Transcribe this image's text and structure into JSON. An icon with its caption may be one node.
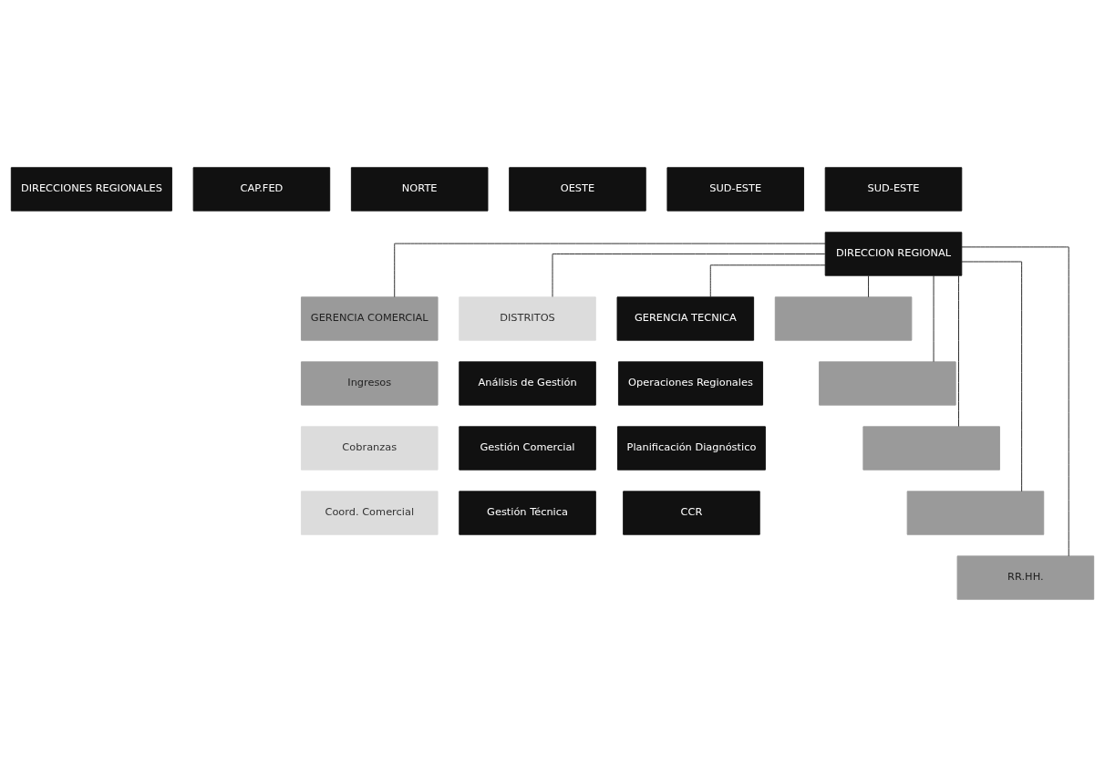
{
  "diagram": {
    "nodes": [
      {
        "text": [
          "DIRECCIONES REGIONALES"
        ]
      },
      {
        "text": [
          "CAP.FED"
        ]
      },
      {
        "text": [
          "NORTE"
        ]
      },
      {
        "text": [
          "OESTE"
        ]
      },
      {
        "text": [
          "SUD-ESTE"
        ]
      },
      {
        "text": [
          "SUD-ESTE"
        ]
      },
      {
        "text": [
          "DIRECCION REGIONAL"
        ]
      },
      {
        "text": [
          "GERENCIA COMERCIAL"
        ]
      },
      {
        "text": [
          "Ingresos"
        ]
      },
      {
        "text": [
          "Cobranzas"
        ]
      },
      {
        "text": [
          "Coord. Comercial"
        ]
      },
      {
        "text": [
          "DISTRITOS"
        ]
      },
      {
        "text": [
          "Análisis de Gestión"
        ]
      },
      {
        "text": [
          "Gestión Comercial"
        ]
      },
      {
        "text": [
          "Gestión Técnica"
        ]
      },
      {
        "text": [
          "GERENCIA TECNICA"
        ]
      },
      {
        "text": [
          "Operaciones Regionales"
        ]
      },
      {
        "text": [
          "Planificación Diagnóstico"
        ]
      },
      {
        "text": [
          "CCR"
        ]
      },
      {
        "text": [],
        "shape": "box"
      },
      {
        "text": [],
        "shape": "box"
      },
      {
        "text": [],
        "shape": "box"
      },
      {
        "text": [],
        "shape": "box"
      },
      {
        "text": [
          "RR.HH."
        ]
      }
    ],
    "edges": [
      {
        "from": 6,
        "to": 7,
        "arrow": "none"
      },
      {
        "from": 6,
        "to": 11,
        "arrow": "none"
      },
      {
        "from": 6,
        "to": 15,
        "arrow": "none"
      },
      {
        "from": 6,
        "to": 19,
        "arrow": "none"
      },
      {
        "from": 6,
        "to": 20,
        "arrow": "none"
      },
      {
        "from": 6,
        "to": 21,
        "arrow": "none"
      },
      {
        "from": 6,
        "to": 22,
        "arrow": "none"
      },
      {
        "from": 6,
        "to": 23,
        "arrow": "none"
      }
    ]
  }
}
